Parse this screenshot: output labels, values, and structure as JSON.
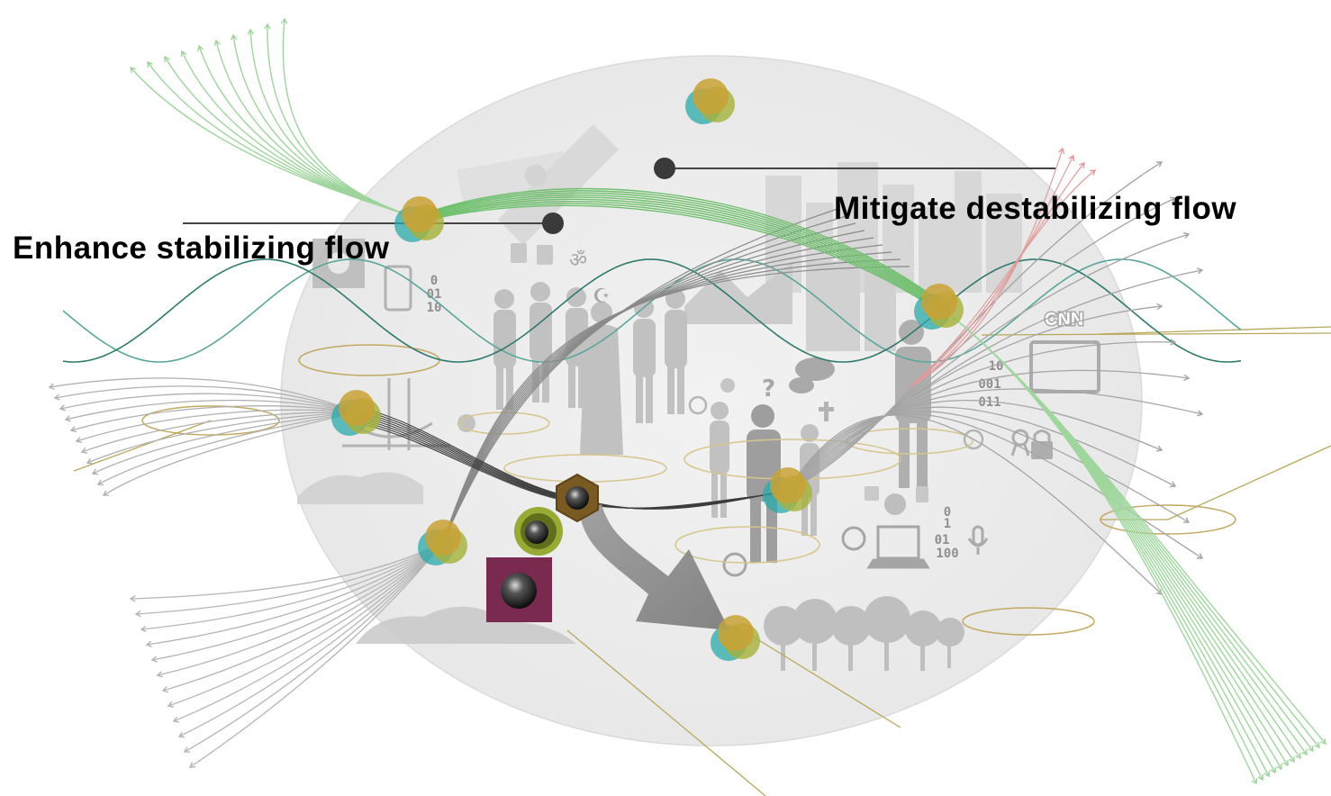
{
  "labels": {
    "enhance": "Enhance stabilizing flow",
    "mitigate": "Mitigate destabilizing flow"
  },
  "binary_blocks": {
    "left": [
      "0",
      "01",
      "10"
    ],
    "right": [
      "10",
      "001",
      "011"
    ],
    "bottom": [
      "0",
      "1",
      "01",
      "100"
    ]
  },
  "signs": {
    "news": "CNN",
    "question": "?"
  },
  "colors": {
    "stabilizing_flow": "#7cc47a",
    "destabilizing_flow": "#555555",
    "wave": "#3f8f7f",
    "destabilizing_red": "#e07070",
    "field": "#ececec",
    "node_gold": "#c9a236",
    "node_teal": "#2aa8a8",
    "node_olive": "#a6b23a",
    "hexagon": "#7a5a23",
    "olive_circle": "#6f7f1f",
    "plum_square": "#7a2a4e",
    "arrow": "#8c8c8c"
  },
  "icons": [
    "satellite-icon",
    "city-skyline-icon",
    "bridge-icon",
    "crowd-icon",
    "forest-icon",
    "laptop-icon",
    "microphone-icon",
    "padlock-icon",
    "ribbon-icon",
    "speech-bubble-icon",
    "smartphone-icon",
    "television-icon",
    "om-icon",
    "crescent-star-icon",
    "cross-icon",
    "sphere-icon"
  ]
}
